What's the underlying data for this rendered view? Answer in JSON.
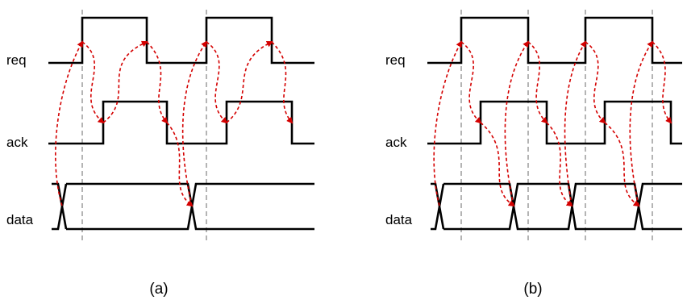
{
  "panels": [
    {
      "caption": "(a)",
      "signals": {
        "req": "req",
        "ack": "ack",
        "data": "data"
      }
    },
    {
      "caption": "(b)",
      "signals": {
        "req": "req",
        "ack": "ack",
        "data": "data"
      }
    }
  ],
  "colors": {
    "signal": "#000000",
    "handshake_arrow": "#d40000",
    "guide_line": "#8c8c8c"
  }
}
